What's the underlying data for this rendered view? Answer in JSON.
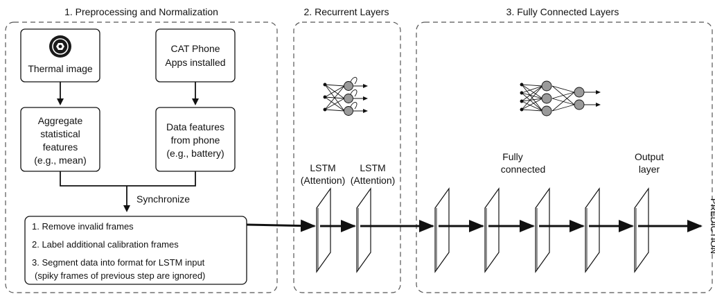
{
  "sections": {
    "preprocessing_title": "1. Preprocessing and Normalization",
    "recurrent_title": "2. Recurrent Layers",
    "fc_title": "3. Fully Connected Layers"
  },
  "inputs": {
    "thermal": "Thermal image",
    "cat_line1": "CAT Phone",
    "cat_line2": "Apps installed"
  },
  "features": {
    "agg_line1": "Aggregate",
    "agg_line2": "statistical",
    "agg_line3": "features",
    "agg_line4": "(e.g., mean)",
    "phone_line1": "Data features",
    "phone_line2": "from phone",
    "phone_line3": "(e.g., battery)"
  },
  "synchronize": "Synchronize",
  "steps": {
    "step1": "1. Remove invalid frames",
    "step2": "2. Label additional calibration frames",
    "step3": "3. Segment data into format for LSTM input",
    "step3_note": "(spiky frames of previous step are ignored)"
  },
  "layers": {
    "lstm1_line1": "LSTM",
    "lstm1_line2": "(Attention)",
    "lstm2_line1": "LSTM",
    "lstm2_line2": "(Attention)",
    "fc_line1": "Fully",
    "fc_line2": "connected",
    "out_line1": "Output",
    "out_line2": "layer"
  },
  "prediction": "PREDICTION",
  "icons": {
    "thermal_logo": "thermal-camera-logo-icon",
    "rnn_icon": "recurrent-network-icon",
    "fc_icon": "feedforward-network-icon"
  },
  "colors": {
    "node_fill": "#9a9a9a",
    "stroke": "#111111",
    "dashed": "#555555"
  }
}
